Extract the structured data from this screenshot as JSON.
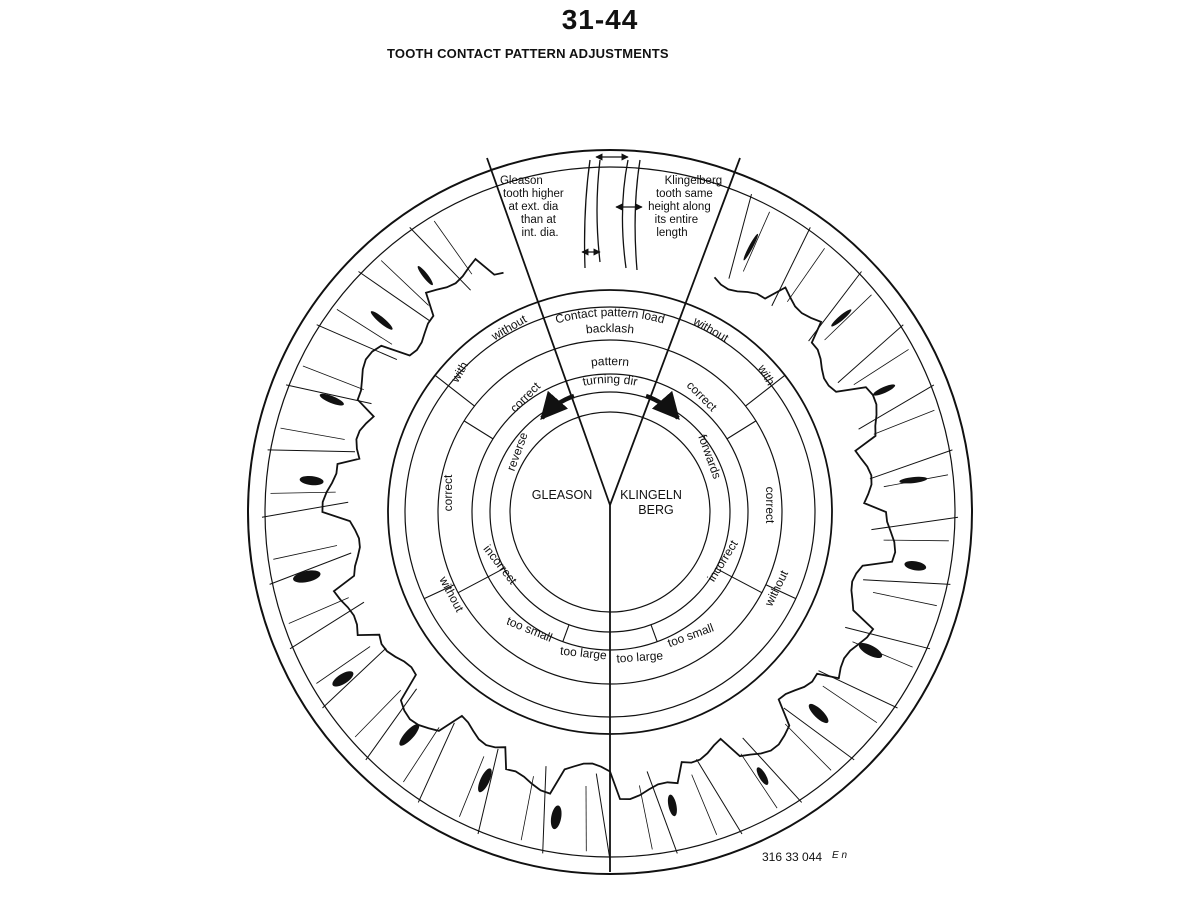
{
  "header": {
    "page_number": "31-44",
    "title": "TOOTH CONTACT PATTERN ADJUSTMENTS"
  },
  "notes": {
    "gleason": [
      "Gleason",
      "tooth higher",
      "at ext. dia",
      "than at",
      "int. dia."
    ],
    "klingelberg": [
      "Klingelberg",
      "tooth same",
      "height along",
      "its entire",
      "length"
    ]
  },
  "rings": {
    "load": {
      "title": "Contact pattern load",
      "gleason": "without",
      "klingelberg": "without",
      "gleason_outer": "with",
      "klingelberg_outer": "with"
    },
    "backlash": {
      "title": "backlash",
      "gleason": "correct",
      "klingelberg": "correct",
      "gleason_lower": "without",
      "klingelberg_lower": "without"
    },
    "pattern": {
      "title": "pattern",
      "gleason": "correct",
      "klingelberg": "correct",
      "gleason_lower": "incorrect",
      "klingelberg_lower": "incorrect"
    },
    "turning": {
      "title": "turning dir",
      "gleason": "reverse",
      "klingelberg": "forwards"
    },
    "size": [
      "too small",
      "too large",
      "too large",
      "too small"
    ]
  },
  "center": {
    "gleason": "GLEASON",
    "klingelberg_line1": "KLINGELN",
    "klingelberg_line2": "BERG"
  },
  "footer": {
    "reference": "316  33 044",
    "suffix": "E n"
  },
  "colors": {
    "ink": "#111111",
    "paper": "#ffffff"
  }
}
